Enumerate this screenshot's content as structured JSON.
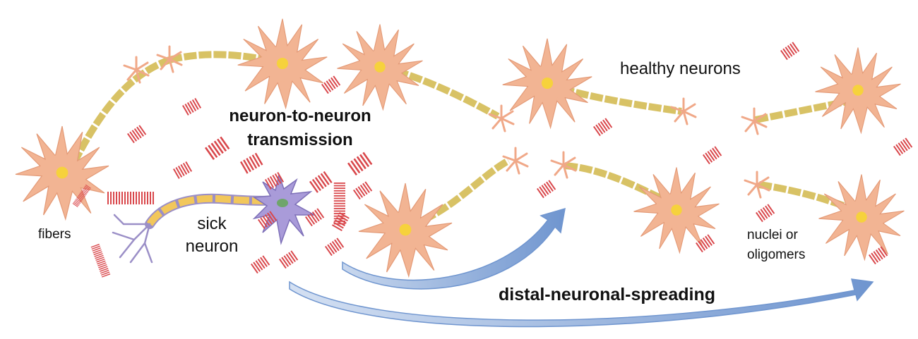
{
  "labels": {
    "healthy_neurons": "healthy neurons",
    "transmission_line1": "neuron-to-neuron",
    "transmission_line2": "transmission",
    "sick_line1": "sick",
    "sick_line2": "neuron",
    "fibers": "fibers",
    "nuclei_line1": "nuclei or",
    "nuclei_line2": "oligomers",
    "spreading": "distal-neuronal-spreading"
  },
  "colors": {
    "healthy_neuron": "#f2b493",
    "neuron_nucleus": "#f6d23c",
    "axon_segment": "#d8c265",
    "sick_neuron": "#a99bd9",
    "sick_nucleus": "#6fa56b",
    "sick_axon": "#f2c75b",
    "aggregate": "#d9474b",
    "arrow": "#7da0d4"
  }
}
